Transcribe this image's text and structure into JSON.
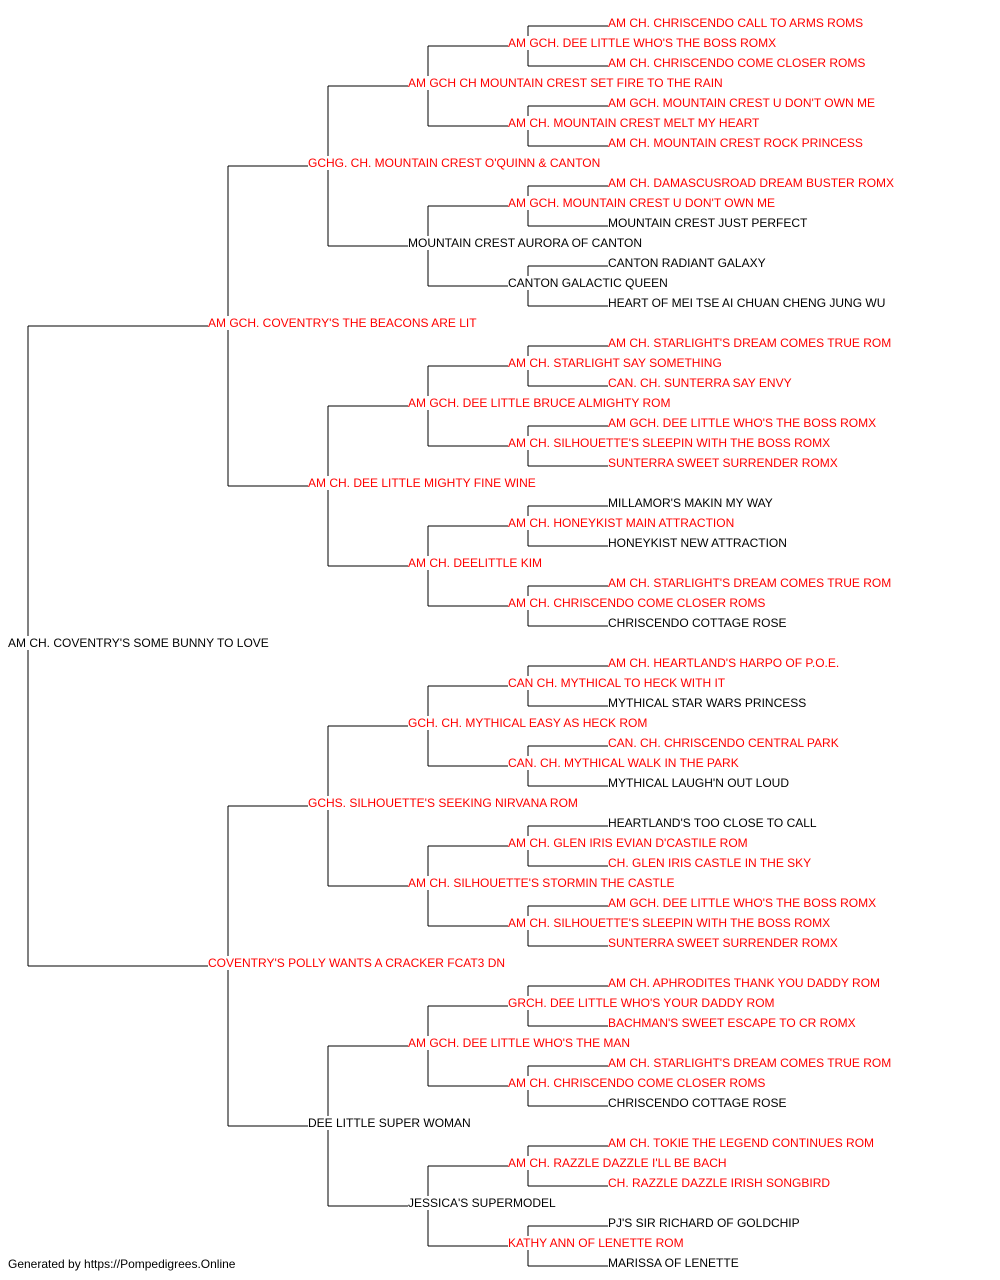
{
  "colors": {
    "titled": "#ff0000",
    "plain": "#000000",
    "lines": "#000000"
  },
  "pedigree": {
    "name": "AM CH. COVENTRY'S SOME BUNNY TO LOVE",
    "titled": false,
    "sire": {
      "name": "AM GCH. COVENTRY'S THE BEACONS ARE LIT",
      "titled": true,
      "sire": {
        "name": "GCHG. CH. MOUNTAIN CREST O'QUINN & CANTON",
        "titled": true,
        "sire": {
          "name": "AM GCH CH MOUNTAIN CREST SET FIRE TO THE RAIN",
          "titled": true,
          "sire": {
            "name": "AM GCH. DEE LITTLE WHO'S THE BOSS ROMX",
            "titled": true,
            "sire": {
              "name": "AM CH. CHRISCENDO CALL TO ARMS ROMS",
              "titled": true
            },
            "dam": {
              "name": "AM CH. CHRISCENDO COME CLOSER ROMS",
              "titled": true
            }
          },
          "dam": {
            "name": "AM CH. MOUNTAIN CREST MELT MY HEART",
            "titled": true,
            "sire": {
              "name": "AM GCH. MOUNTAIN CREST U DON'T OWN ME",
              "titled": true
            },
            "dam": {
              "name": "AM CH. MOUNTAIN CREST ROCK PRINCESS",
              "titled": true
            }
          }
        },
        "dam": {
          "name": "MOUNTAIN CREST AURORA OF CANTON",
          "titled": false,
          "sire": {
            "name": "AM GCH. MOUNTAIN CREST U DON'T OWN ME",
            "titled": true,
            "sire": {
              "name": "AM CH. DAMASCUSROAD DREAM BUSTER ROMX",
              "titled": true
            },
            "dam": {
              "name": "MOUNTAIN CREST JUST PERFECT",
              "titled": false
            }
          },
          "dam": {
            "name": "CANTON GALACTIC QUEEN",
            "titled": false,
            "sire": {
              "name": "CANTON RADIANT GALAXY",
              "titled": false
            },
            "dam": {
              "name": "HEART OF MEI TSE AI CHUAN CHENG JUNG WU",
              "titled": false
            }
          }
        }
      },
      "dam": {
        "name": "AM CH. DEE LITTLE MIGHTY FINE WINE",
        "titled": true,
        "sire": {
          "name": "AM GCH. DEE LITTLE BRUCE ALMIGHTY ROM",
          "titled": true,
          "sire": {
            "name": "AM CH. STARLIGHT SAY SOMETHING",
            "titled": true,
            "sire": {
              "name": "AM CH. STARLIGHT'S DREAM COMES TRUE ROM",
              "titled": true
            },
            "dam": {
              "name": "CAN. CH. SUNTERRA SAY ENVY",
              "titled": true
            }
          },
          "dam": {
            "name": "AM CH. SILHOUETTE'S SLEEPIN WITH THE BOSS ROMX",
            "titled": true,
            "sire": {
              "name": "AM GCH. DEE LITTLE WHO'S THE BOSS ROMX",
              "titled": true
            },
            "dam": {
              "name": "SUNTERRA SWEET SURRENDER ROMX",
              "titled": true
            }
          }
        },
        "dam": {
          "name": "AM CH. DEELITTLE KIM",
          "titled": true,
          "sire": {
            "name": "AM CH. HONEYKIST MAIN ATTRACTION",
            "titled": true,
            "sire": {
              "name": "MILLAMOR'S MAKIN MY WAY",
              "titled": false
            },
            "dam": {
              "name": "HONEYKIST NEW ATTRACTION",
              "titled": false
            }
          },
          "dam": {
            "name": "AM CH. CHRISCENDO COME CLOSER ROMS",
            "titled": true,
            "sire": {
              "name": "AM CH. STARLIGHT'S DREAM COMES TRUE ROM",
              "titled": true
            },
            "dam": {
              "name": "CHRISCENDO COTTAGE ROSE",
              "titled": false
            }
          }
        }
      }
    },
    "dam": {
      "name": "COVENTRY'S POLLY WANTS A CRACKER FCAT3 DN",
      "titled": true,
      "sire": {
        "name": "GCHS. SILHOUETTE'S SEEKING NIRVANA ROM",
        "titled": true,
        "sire": {
          "name": "GCH. CH. MYTHICAL EASY AS HECK ROM",
          "titled": true,
          "sire": {
            "name": "CAN CH. MYTHICAL TO HECK WITH IT",
            "titled": true,
            "sire": {
              "name": "AM CH. HEARTLAND'S HARPO OF P.O.E.",
              "titled": true
            },
            "dam": {
              "name": "MYTHICAL STAR WARS PRINCESS",
              "titled": false
            }
          },
          "dam": {
            "name": "CAN. CH. MYTHICAL WALK IN THE PARK",
            "titled": true,
            "sire": {
              "name": "CAN. CH. CHRISCENDO CENTRAL PARK",
              "titled": true
            },
            "dam": {
              "name": "MYTHICAL LAUGH'N OUT LOUD",
              "titled": false
            }
          }
        },
        "dam": {
          "name": "AM CH. SILHOUETTE'S STORMIN THE CASTLE",
          "titled": true,
          "sire": {
            "name": "AM CH. GLEN IRIS EVIAN D'CASTILE ROM",
            "titled": true,
            "sire": {
              "name": "HEARTLAND'S TOO CLOSE TO CALL",
              "titled": false
            },
            "dam": {
              "name": "CH. GLEN IRIS CASTLE IN THE SKY",
              "titled": true
            }
          },
          "dam": {
            "name": "AM CH. SILHOUETTE'S SLEEPIN WITH THE BOSS ROMX",
            "titled": true,
            "sire": {
              "name": "AM GCH. DEE LITTLE WHO'S THE BOSS ROMX",
              "titled": true
            },
            "dam": {
              "name": "SUNTERRA SWEET SURRENDER ROMX",
              "titled": true
            }
          }
        }
      },
      "dam": {
        "name": "DEE LITTLE SUPER WOMAN",
        "titled": false,
        "sire": {
          "name": "AM GCH. DEE LITTLE WHO'S THE MAN",
          "titled": true,
          "sire": {
            "name": "GRCH. DEE LITTLE WHO'S YOUR DADDY ROM",
            "titled": true,
            "sire": {
              "name": "AM CH. APHRODITES THANK YOU DADDY ROM",
              "titled": true
            },
            "dam": {
              "name": "BACHMAN'S SWEET ESCAPE TO CR ROMX",
              "titled": true
            }
          },
          "dam": {
            "name": "AM CH. CHRISCENDO COME CLOSER ROMS",
            "titled": true,
            "sire": {
              "name": "AM CH. STARLIGHT'S DREAM COMES TRUE ROM",
              "titled": true
            },
            "dam": {
              "name": "CHRISCENDO COTTAGE ROSE",
              "titled": false
            }
          }
        },
        "dam": {
          "name": "JESSICA'S SUPERMODEL",
          "titled": false,
          "sire": {
            "name": "AM CH. RAZZLE DAZZLE I'LL BE BACH",
            "titled": true,
            "sire": {
              "name": "AM CH. TOKIE THE LEGEND CONTINUES ROM",
              "titled": true
            },
            "dam": {
              "name": "CH. RAZZLE DAZZLE IRISH SONGBIRD",
              "titled": true
            }
          },
          "dam": {
            "name": "KATHY ANN OF LENETTE ROM",
            "titled": true,
            "sire": {
              "name": "PJ'S SIR RICHARD OF GOLDCHIP",
              "titled": false
            },
            "dam": {
              "name": "MARISSA OF LENETTE",
              "titled": false
            }
          }
        }
      }
    }
  },
  "footer": "Generated by https://Pompedigrees.Online"
}
